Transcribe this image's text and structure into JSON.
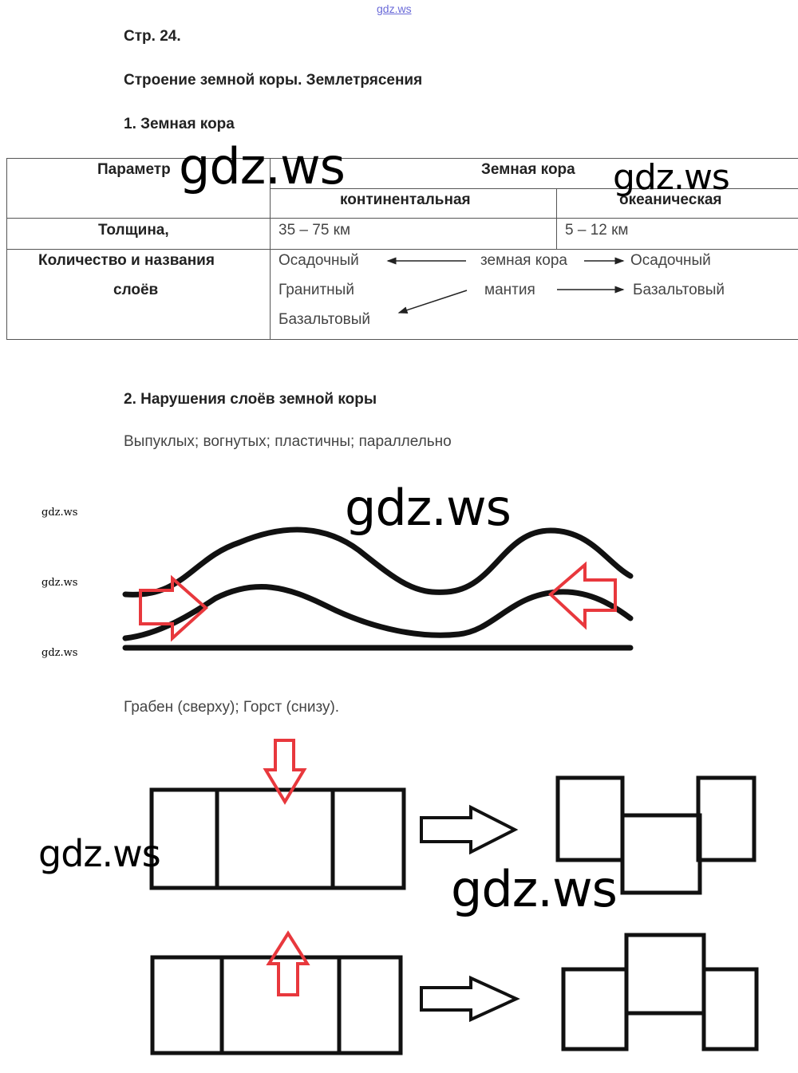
{
  "watermark_top": "gdz.ws",
  "page_label": "Стр. 24.",
  "title": "Строение земной коры. Землетрясения",
  "section1": "1. Земная кора",
  "table": {
    "h_param": "Параметр",
    "h_crust": "Земная кора",
    "h_cont": "континентальная",
    "h_ocean": "океаническая",
    "r1_label": "Толщина,",
    "r1_cont": "35 – 75 км",
    "r1_ocean": "5 – 12 км",
    "r2_label_1": "Количество и названия",
    "r2_label_2": "слоёв",
    "cont_layers": [
      "Осадочный",
      "Гранитный",
      "Базальтовый"
    ],
    "middle": [
      "земная кора",
      "мантия"
    ],
    "ocean_layers": [
      "Осадочный",
      "Базальтовый"
    ]
  },
  "section2": "2. Нарушения слоёв земной коры",
  "answer1": "Выпуклых; вогнутых; пластичны; параллельно",
  "answer2": "Грабен (сверху); Горст (снизу).",
  "watermark": "gdz.ws",
  "colors": {
    "arrow_red": "#e8383d",
    "line": "#111111"
  }
}
